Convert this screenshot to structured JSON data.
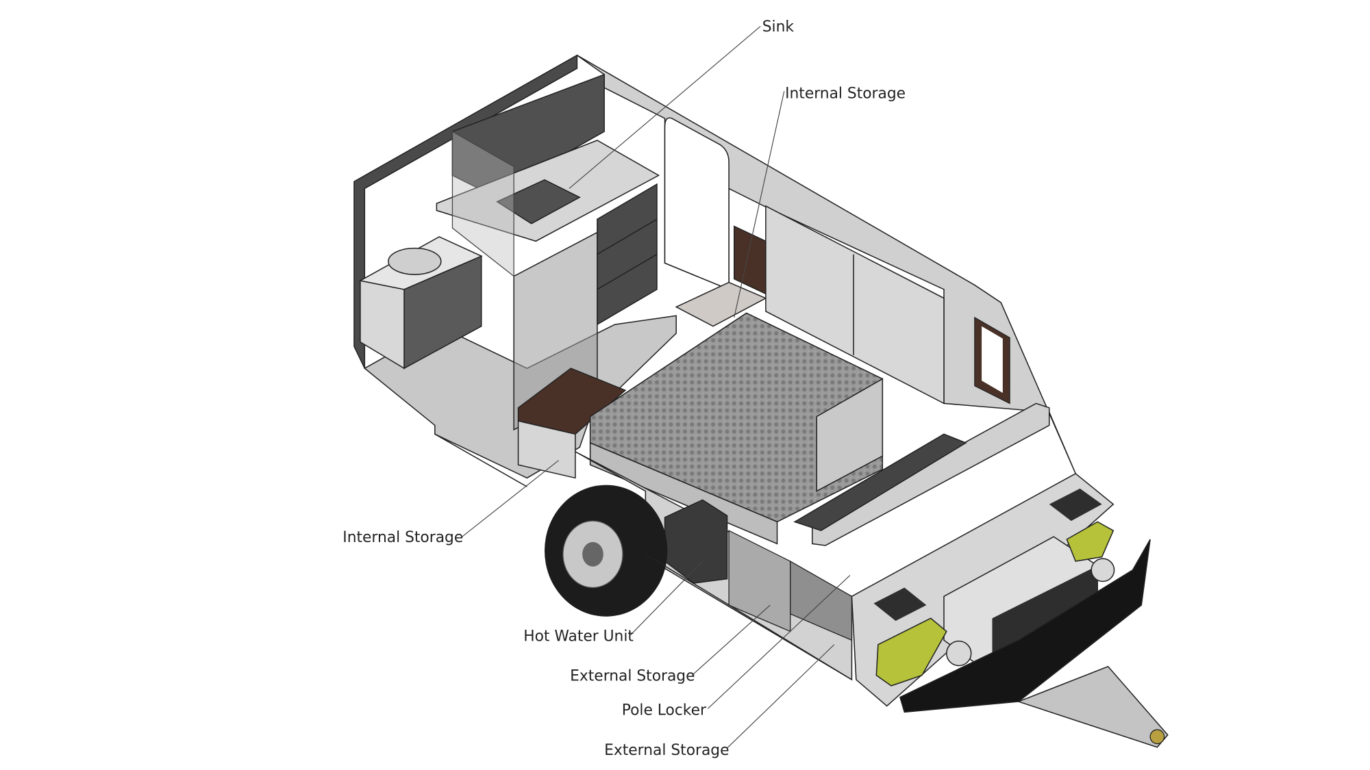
{
  "diagram": {
    "subject": "camper-trailer-cutaway",
    "labels": {
      "sink": "Sink",
      "internal_storage_top": "Internal Storage",
      "internal_storage_left": "Internal Storage",
      "hot_water_unit": "Hot Water Unit",
      "external_storage_1": "External Storage",
      "pole_locker": "Pole Locker",
      "external_storage_2": "External Storage"
    },
    "colors": {
      "panel_dark": "#4a4a4a",
      "panel_light": "#d4d4d4",
      "wood": "#4a3128",
      "jerry_can": "#b5c23a",
      "mattress": "#8c8c8c"
    }
  }
}
